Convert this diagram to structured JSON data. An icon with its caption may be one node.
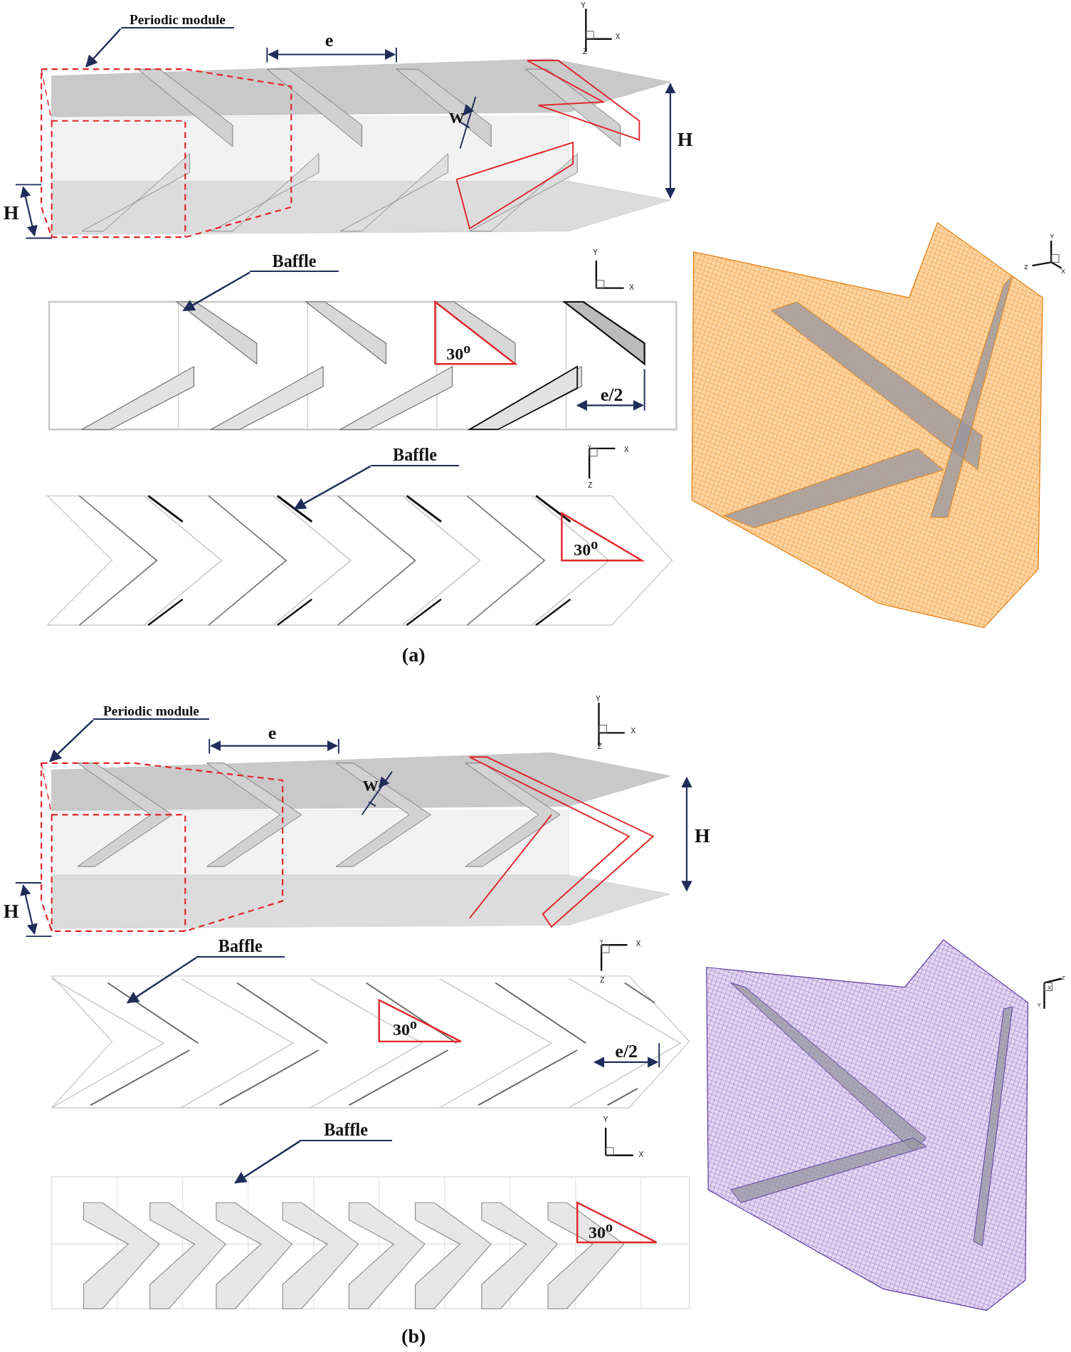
{
  "diagram": {
    "nodes": [
      {
        "text": [
          "Periodic module"
        ]
      },
      {
        "text": [
          "Baffle"
        ]
      },
      {
        "text": [
          "Baffle"
        ]
      },
      {
        "text": [
          "Periodic module"
        ]
      },
      {
        "text": [
          "Baffle"
        ]
      },
      {
        "text": [
          "Baffle"
        ]
      },
      {
        "text": [],
        "shape": "bar"
      }
    ],
    "edges": [
      {
        "from": 0,
        "to": null,
        "arrow": "to"
      },
      {
        "from": 1,
        "to": null,
        "arrow": "to"
      },
      {
        "from": 2,
        "to": 6,
        "arrow": "to"
      },
      {
        "from": 3,
        "to": null,
        "arrow": "to"
      },
      {
        "from": 4,
        "to": null,
        "arrow": "to"
      },
      {
        "from": 5,
        "to": null,
        "arrow": "to"
      }
    ],
    "labels": [
      "Y",
      "X",
      "Z",
      "e",
      "W",
      "H",
      "H",
      "Y",
      "X",
      "Y",
      "Z",
      "X",
      "30$^{o}$",
      "e/2",
      "Y",
      "X",
      "Z",
      "30$^{o}$",
      "(a)",
      "Y",
      "X",
      "Z",
      "e",
      "W",
      "H",
      "H",
      "Y",
      "X",
      "Z",
      "Z",
      "X",
      "Y",
      "30$^{o}$",
      "e/2",
      "Y",
      "X",
      "30$^{o}$",
      "(b)"
    ]
  }
}
